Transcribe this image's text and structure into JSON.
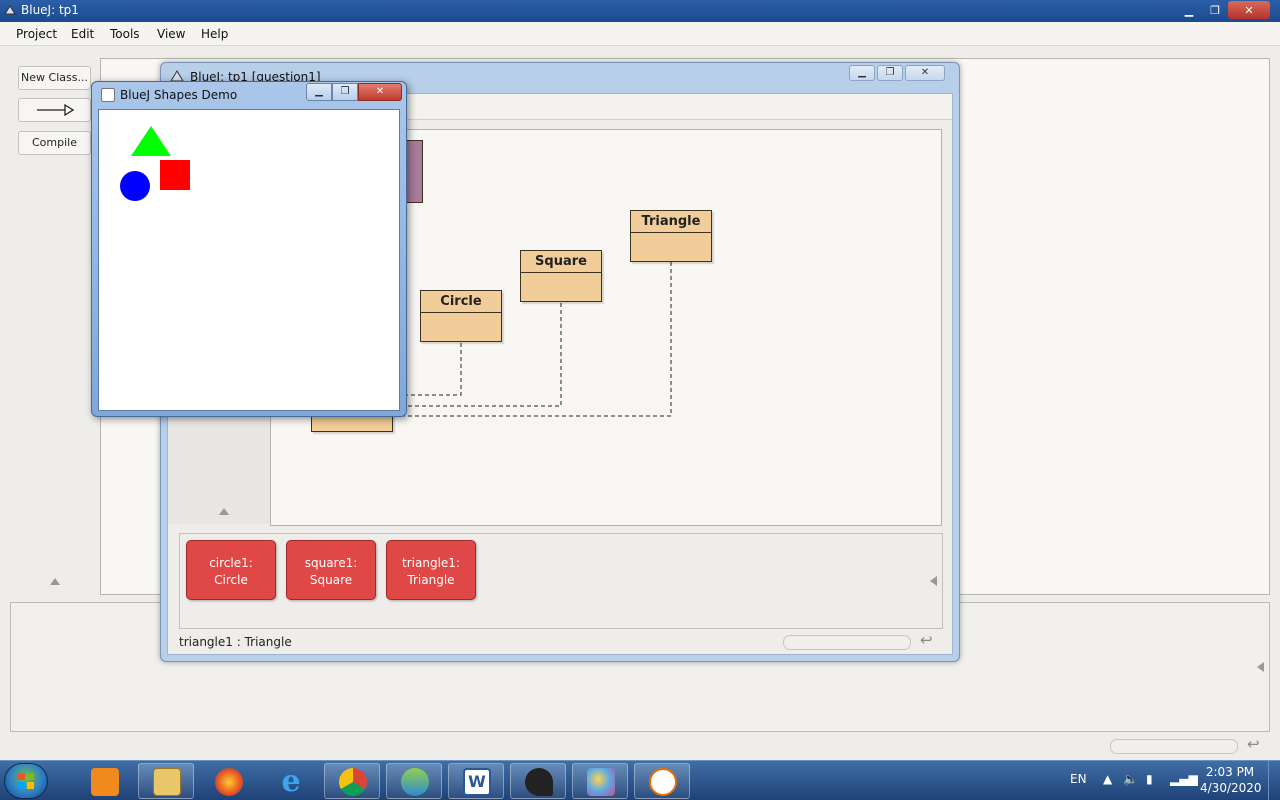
{
  "main_window": {
    "title": "BlueJ:  tp1",
    "menu": [
      "Project",
      "Edit",
      "Tools",
      "View",
      "Help"
    ],
    "buttons": {
      "new_class": "New Class...",
      "arrow": "→▷",
      "compile": "Compile"
    }
  },
  "question_window": {
    "title": "BlueJ:  tp1  [question1]",
    "classes": [
      "Circle",
      "Square",
      "Triangle"
    ],
    "objects": [
      {
        "name": "circle1:",
        "type": "Circle"
      },
      {
        "name": "square1:",
        "type": "Square"
      },
      {
        "name": "triangle1:",
        "type": "Triangle"
      }
    ],
    "status": "triangle1 : Triangle"
  },
  "demo_window": {
    "title": "BlueJ Shapes Demo",
    "shapes": [
      {
        "kind": "triangle",
        "color": "#00ff00"
      },
      {
        "kind": "square",
        "color": "#ff0000"
      },
      {
        "kind": "circle",
        "color": "#0000ff"
      }
    ]
  },
  "taskbar": {
    "apps": [
      "vlc-icon",
      "file-explorer-icon",
      "firefox-icon",
      "internet-explorer-icon",
      "chrome-icon",
      "network-people-icon",
      "word-icon",
      "inkscape-icon",
      "paint-icon",
      "java-icon"
    ],
    "language": "EN",
    "time": "2:03 PM",
    "date": "4/30/2020"
  },
  "colors": {
    "class_fill": "#f0cd99",
    "object_fill": "#e04848",
    "title_bar": "#2b5fa8"
  }
}
